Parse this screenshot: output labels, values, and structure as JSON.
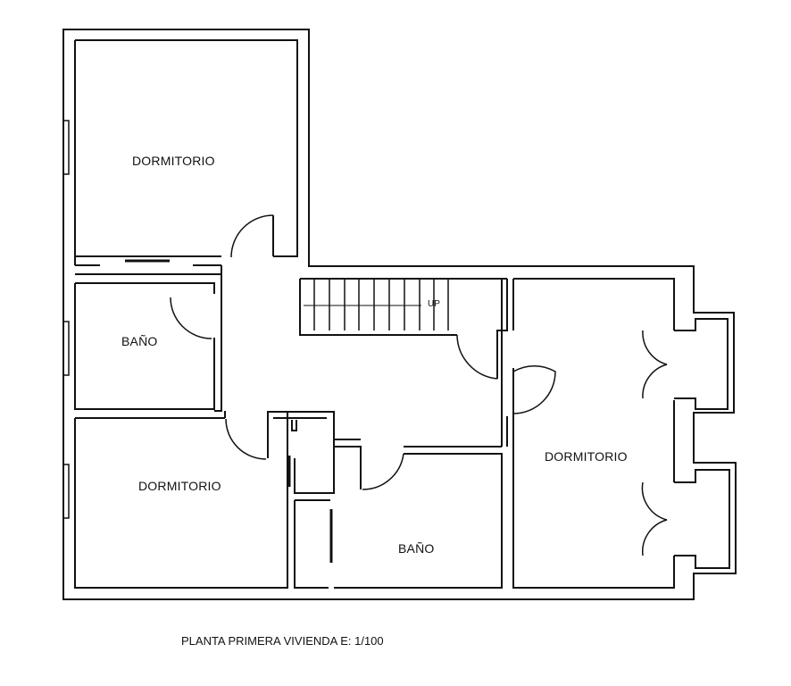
{
  "plan": {
    "title": "PLANTA PRIMERA VIVIENDA",
    "scale": "E: 1/100",
    "caption": "PLANTA PRIMERA VIVIENDA  E: 1/100",
    "stair_label": "UP",
    "wall_color": "#111111",
    "background_color": "#ffffff"
  },
  "rooms": [
    {
      "id": "dormitorio-1",
      "label": "DORMITORIO"
    },
    {
      "id": "bano-1",
      "label": "BAÑO"
    },
    {
      "id": "dormitorio-2",
      "label": "DORMITORIO"
    },
    {
      "id": "bano-2",
      "label": "BAÑO"
    },
    {
      "id": "dormitorio-3",
      "label": "DORMITORIO"
    }
  ]
}
